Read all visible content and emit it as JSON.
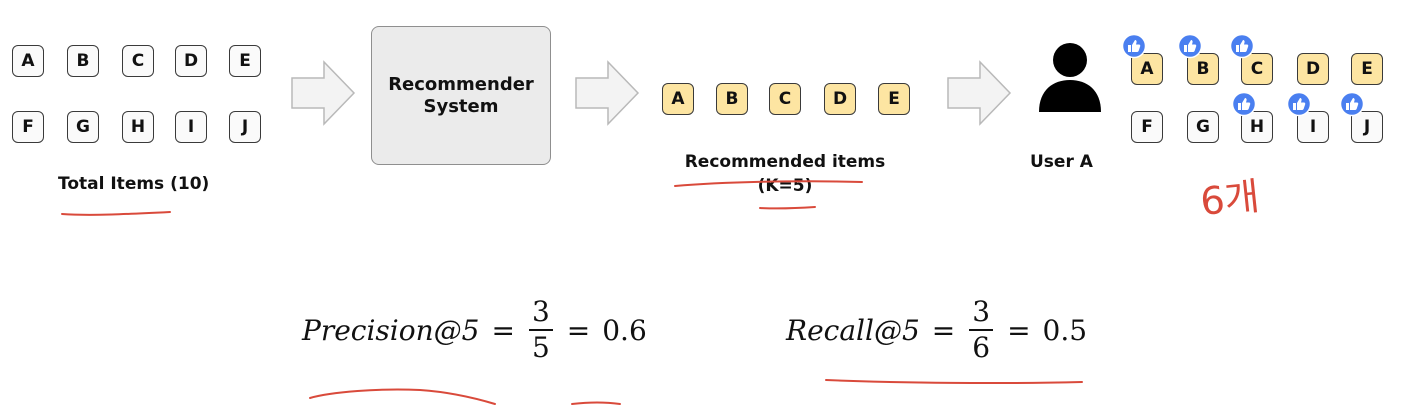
{
  "total_items": {
    "row1": [
      "A",
      "B",
      "C",
      "D",
      "E"
    ],
    "row2": [
      "F",
      "G",
      "H",
      "I",
      "J"
    ],
    "caption": "Total Items (10)"
  },
  "recommender": {
    "line1": "Recommender",
    "line2": "System"
  },
  "recommended": {
    "items": [
      "A",
      "B",
      "C",
      "D",
      "E"
    ],
    "caption_line1": "Recommended items",
    "caption_line2": "(K=5)"
  },
  "user": {
    "label": "User A",
    "row1": [
      "A",
      "B",
      "C",
      "D",
      "E"
    ],
    "row2": [
      "F",
      "G",
      "H",
      "I",
      "J"
    ],
    "liked": [
      "A",
      "B",
      "C",
      "H",
      "I",
      "J"
    ]
  },
  "annotation": {
    "handwritten_count": "6개",
    "color": "#d94a3b"
  },
  "formulas": {
    "precision_lhs": "Precision@5",
    "precision_num": "3",
    "precision_den": "5",
    "precision_result": "0.6",
    "recall_lhs": "Recall@5",
    "recall_num": "3",
    "recall_den": "6",
    "recall_result": "0.5",
    "equals": "="
  },
  "colors": {
    "recommended_fill": "#fde5a2",
    "like_badge": "#4a7ff0",
    "box_fill": "#ebebeb"
  }
}
